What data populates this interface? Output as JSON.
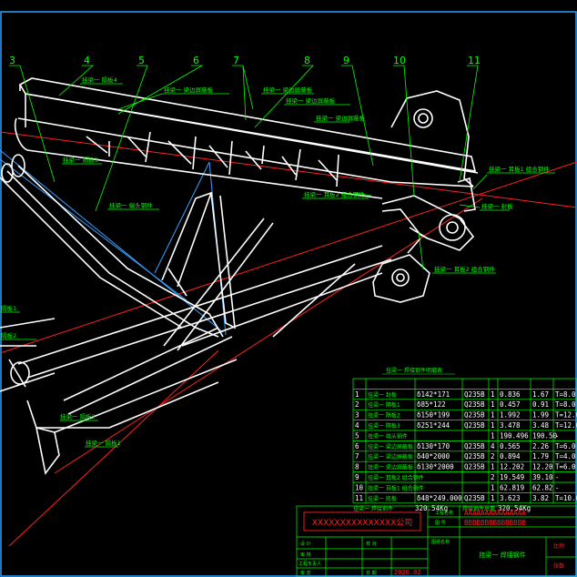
{
  "drawing": {
    "callout_numbers": [
      "3",
      "4",
      "5",
      "6",
      "7",
      "8",
      "9",
      "10",
      "11"
    ],
    "part_labels": {
      "l4": "挂梁一 隔板4",
      "l5": "挂梁一 梁边屏蔽板",
      "l7a": "挂梁一 梁边屏蔽板",
      "l7b": "挂梁一 梁边屏蔽板",
      "l8": "挂梁一 梁边屏蔽板",
      "l3": "挂梁一 隔板3",
      "l9": "挂梁一 耳板2 组合钢件",
      "l10": "挂梁一 耳板1 组合钢件",
      "l11": "挂梁一 封板",
      "l6": "挂梁一 端头钢件",
      "lear": "挂梁一 耳板2 组合钢件",
      "lb1": "挂梁一 隔板1",
      "lb2": "挂梁一 隔板2",
      "lleft1": "隔板1",
      "lleft2": "隔板2"
    }
  },
  "parts_table": {
    "title": "挂梁一 焊接钢件明细表",
    "rows": [
      {
        "no": "1",
        "name": "挂梁一 封板",
        "spec": "δ142*171",
        "mat": "Q235B",
        "qty": "1",
        "unit": "0.836",
        "total": "1.67",
        "note": "T=8.0"
      },
      {
        "no": "2",
        "name": "挂梁一 隔板1",
        "spec": "δ85*122",
        "mat": "Q235B",
        "qty": "1",
        "unit": "0.457",
        "total": "0.91",
        "note": "T=8.0"
      },
      {
        "no": "3",
        "name": "挂梁一 隔板2",
        "spec": "δ150*199",
        "mat": "Q235B",
        "qty": "1",
        "unit": "1.992",
        "total": "1.99",
        "note": "T=12.0"
      },
      {
        "no": "4",
        "name": "挂梁一 隔板3",
        "spec": "δ251*244",
        "mat": "Q235B",
        "qty": "1",
        "unit": "3.478",
        "total": "3.48",
        "note": "T=12.0"
      },
      {
        "no": "5",
        "name": "挂梁一 端头钢件",
        "spec": "",
        "mat": "",
        "qty": "1",
        "unit": "190.496",
        "total": "190.50",
        "note": "-"
      },
      {
        "no": "6",
        "name": "挂梁一 梁边屏蔽板",
        "spec": "δ130*170",
        "mat": "Q235B",
        "qty": "4",
        "unit": "0.565",
        "total": "2.26",
        "note": "T=6.0"
      },
      {
        "no": "7",
        "name": "挂梁一 梁边屏蔽板",
        "spec": "δ40*2000",
        "mat": "Q235B",
        "qty": "2",
        "unit": "0.894",
        "total": "1.79",
        "note": "T=4.0"
      },
      {
        "no": "8",
        "name": "挂梁一 梁边屏蔽板",
        "spec": "δ130*2000",
        "mat": "Q235B",
        "qty": "1",
        "unit": "12.202",
        "total": "12.20",
        "note": "T=6.0"
      },
      {
        "no": "9",
        "name": "挂梁一 耳板2 组合钢件",
        "spec": "",
        "mat": "",
        "qty": "2",
        "unit": "19.549",
        "total": "39.10",
        "note": "-"
      },
      {
        "no": "10",
        "name": "挂梁一 耳板1 组合钢件",
        "spec": "",
        "mat": "",
        "qty": "1",
        "unit": "62.819",
        "total": "62.82",
        "note": "-"
      },
      {
        "no": "11",
        "name": "挂梁一 底板",
        "spec": "δ48*249.000",
        "mat": "Q235B",
        "qty": "1",
        "unit": "3.623",
        "total": "3.82",
        "note": "T=10.0"
      }
    ],
    "total_label": "挂梁一 焊接钢件",
    "total_value": "320.54Kg",
    "total_label2": "焊接钢件总重",
    "total_value2": "320.54Kg"
  },
  "title_block": {
    "company": "XXXXXXXXXXXXXXX公司",
    "project_label": "工程名称",
    "project_value": "AAAAAAAAAAAAAAA",
    "drawing_no": "BBBBBBBBBBBBBBB",
    "drawing_name_label": "图纸名称",
    "drawing_name": "挂梁一 焊接钢件",
    "drawing_no_label": "图 号",
    "small_labels": [
      "设 计",
      "校 对",
      "审 核",
      "工程负责人",
      "审 定",
      "日 期"
    ],
    "date_value": "2020.02",
    "right_labels": [
      "比例",
      "张数"
    ]
  }
}
